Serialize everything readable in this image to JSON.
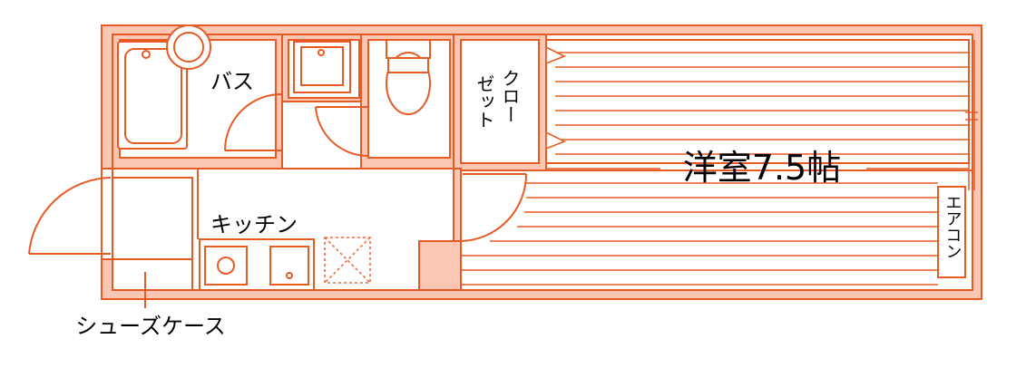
{
  "colors": {
    "wall_line": "#e85a24",
    "wall_fill": "#f9c7b4",
    "background": "#ffffff",
    "text": "#000000",
    "diagonal_cross": "#f06a3a"
  },
  "rooms": {
    "western_room": "洋室7.5帖",
    "bath": "バス",
    "kitchen": "キッチン",
    "closet_col1": "ゼット",
    "closet_col2": "クロー",
    "shoe_case": "シューズケース",
    "aircon": "エアコン"
  }
}
